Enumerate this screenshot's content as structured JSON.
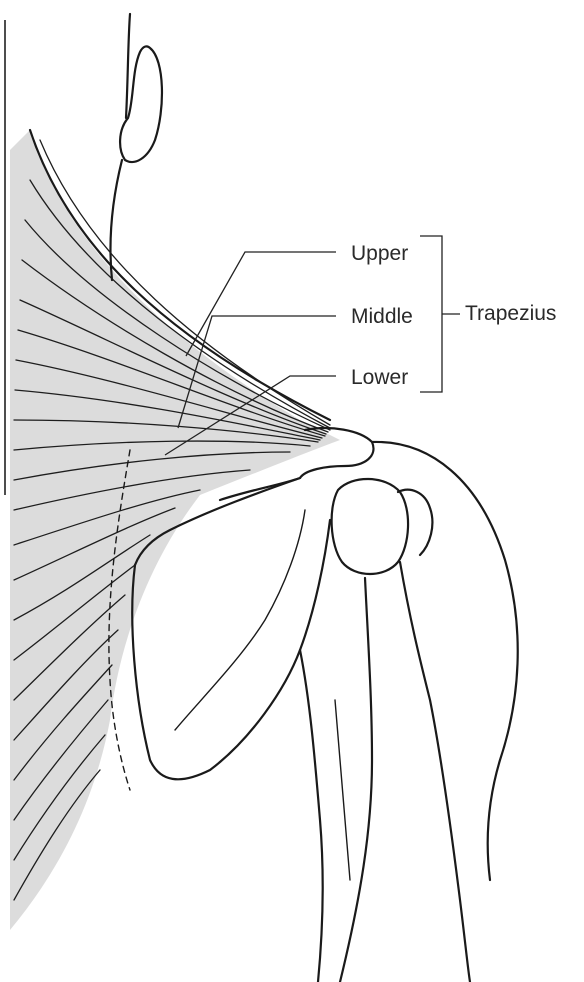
{
  "labels": {
    "upper": "Upper",
    "middle": "Middle",
    "lower": "Lower",
    "group": "Trapezius"
  },
  "colors": {
    "line": "#1a1a1a",
    "muscle_shade": "#d9d9d9",
    "background": "#ffffff"
  }
}
